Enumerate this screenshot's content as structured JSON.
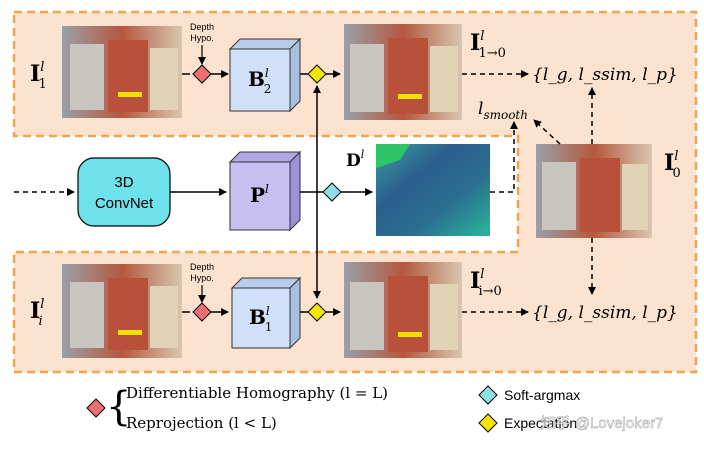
{
  "colors": {
    "panel_fill": "#fbe3cf",
    "panel_border": "#f0a350",
    "homography_diamond": "#ee7070",
    "softargmax_diamond": "#8ee0e4",
    "expectation_diamond": "#f4e600",
    "box_b": "#cfe0f8",
    "box_p": "#c8c0f0",
    "convnet": "#6ee2ea"
  },
  "top_row": {
    "input_label": "I",
    "input_sup": "l",
    "input_sub": "1",
    "depth_hypo_line1": "Depth",
    "depth_hypo_line2": "Hypo.",
    "box_label": "B",
    "box_sup": "l",
    "box_sub": "2",
    "output_label": "I",
    "output_sup": "l",
    "output_sub": "1→0",
    "loss": "{l_g, l_ssim, l_p}"
  },
  "bottom_row": {
    "input_label": "I",
    "input_sup": "l",
    "input_sub": "i",
    "depth_hypo_line1": "Depth",
    "depth_hypo_line2": "Hypo.",
    "box_label": "B",
    "box_sup": "l",
    "box_sub": "1",
    "output_label": "I",
    "output_sup": "l",
    "output_sub": "i→0",
    "loss": "{l_g, l_ssim, l_p}"
  },
  "middle": {
    "convnet_line1": "3D",
    "convnet_line2": "ConvNet",
    "volume_label": "P",
    "volume_sup": "l",
    "depth_label": "D",
    "depth_sup": "l",
    "smooth_label": "l",
    "smooth_sub": "smooth",
    "ref_label": "I",
    "ref_sup": "l",
    "ref_sub": "0"
  },
  "legend": {
    "homography": "Differentiable Homography (l = L)",
    "reprojection": "Reprojection (l < L)",
    "softargmax": "Soft-argmax",
    "expectation": "Expectation"
  },
  "watermark": "知乎 @Lovejoker7"
}
